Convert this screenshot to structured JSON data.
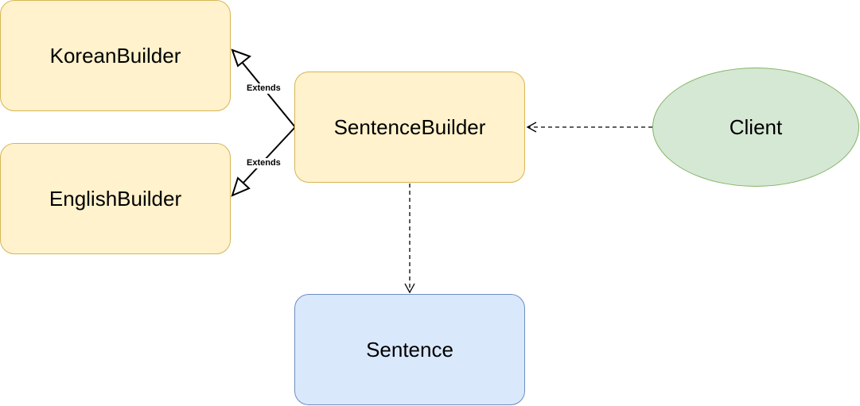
{
  "colors": {
    "builder_fill": "#fff2cc",
    "builder_stroke": "#d6b656",
    "product_fill": "#dae8fc",
    "product_stroke": "#6c8ebf",
    "client_fill": "#d5e8d4",
    "client_stroke": "#82b366",
    "edge": "#000000"
  },
  "nodes": {
    "korean_builder": "KoreanBuilder",
    "english_builder": "EnglishBuilder",
    "sentence_builder": "SentenceBuilder",
    "sentence": "Sentence",
    "client": "Client"
  },
  "edges": [
    {
      "from": "sentence_builder",
      "to": "korean_builder",
      "style": "solid",
      "arrow": "hollow-triangle",
      "label": "Extends"
    },
    {
      "from": "sentence_builder",
      "to": "english_builder",
      "style": "solid",
      "arrow": "hollow-triangle",
      "label": "Extends"
    },
    {
      "from": "client",
      "to": "sentence_builder",
      "style": "dashed",
      "arrow": "open"
    },
    {
      "from": "sentence_builder",
      "to": "sentence",
      "style": "dashed",
      "arrow": "open"
    }
  ]
}
